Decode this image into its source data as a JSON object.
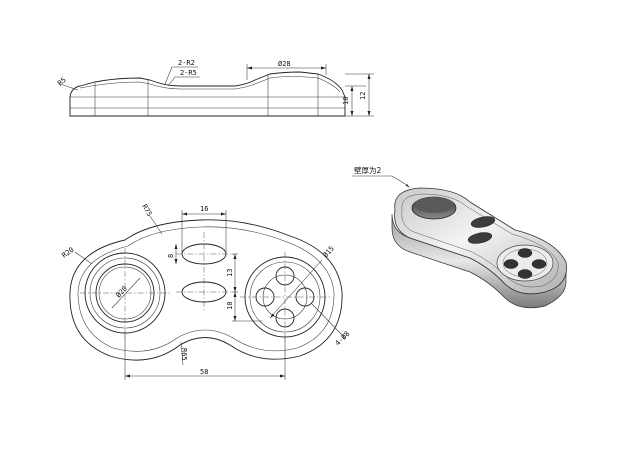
{
  "drawing": {
    "front_view": {
      "labels": {
        "r5_left": "R5",
        "fillet_r2": "2-R2",
        "fillet_r5": "2-R5",
        "dia_28": "Ø28",
        "height_10": "10",
        "height_12": "12"
      }
    },
    "top_view": {
      "labels": {
        "r75": "R75",
        "r20": "R20",
        "width_16": "16",
        "height_8": "8",
        "spacing_13": "13",
        "spacing_10": "10",
        "dia_20": "Ø20",
        "dia_15": "Ø15",
        "holes_4_dia_8": "4-Ø8",
        "r65": "R65",
        "length_58": "58"
      }
    },
    "iso_view": {
      "wall_note": "壁厚为2"
    }
  }
}
